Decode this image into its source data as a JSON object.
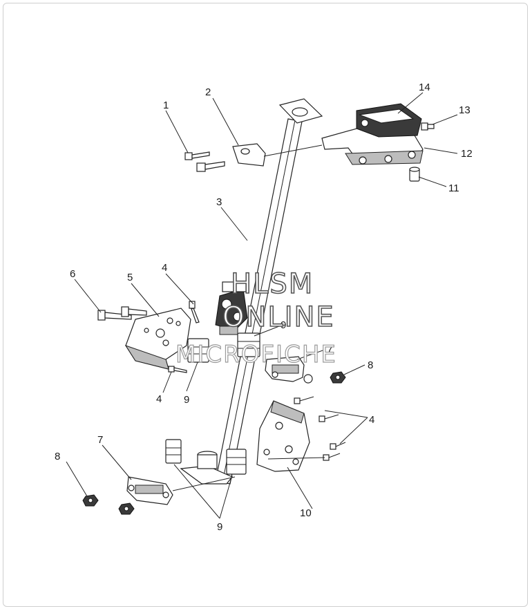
{
  "callouts": [
    {
      "id": "c1",
      "text": "1"
    },
    {
      "id": "c2",
      "text": "2"
    },
    {
      "id": "c3",
      "text": "3"
    },
    {
      "id": "c4a",
      "text": "4"
    },
    {
      "id": "c4b",
      "text": "4"
    },
    {
      "id": "c4c",
      "text": "4"
    },
    {
      "id": "c5",
      "text": "5"
    },
    {
      "id": "c6",
      "text": "6"
    },
    {
      "id": "c7a",
      "text": "7"
    },
    {
      "id": "c7b",
      "text": "7"
    },
    {
      "id": "c8a",
      "text": "8"
    },
    {
      "id": "c8b",
      "text": "8"
    },
    {
      "id": "c9a",
      "text": "9"
    },
    {
      "id": "c9b",
      "text": "9"
    },
    {
      "id": "c9c",
      "text": "9"
    },
    {
      "id": "c10",
      "text": "10"
    },
    {
      "id": "c11",
      "text": "11"
    },
    {
      "id": "c12",
      "text": "12"
    },
    {
      "id": "c13",
      "text": "13"
    },
    {
      "id": "c14",
      "text": "14"
    }
  ],
  "watermark": {
    "line1": "HLSM",
    "line2": "ONLINE",
    "line3": "MICROFICHE"
  }
}
